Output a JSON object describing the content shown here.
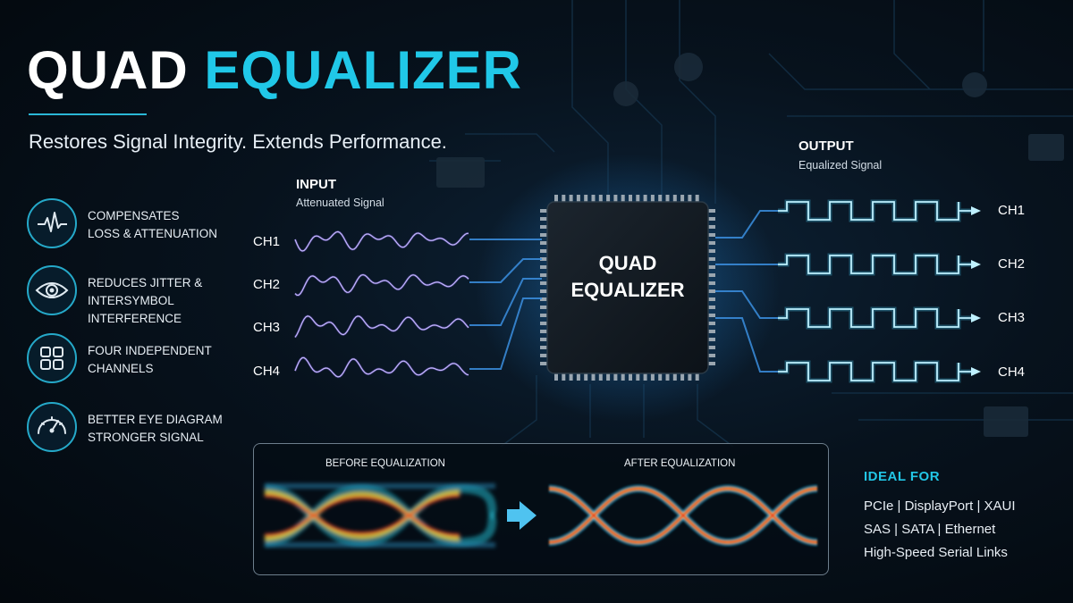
{
  "title": {
    "part1": "QUAD",
    "part2": "EQUALIZER"
  },
  "subtitle": "Restores Signal Integrity. Extends Performance.",
  "features": [
    {
      "icon": "waveform-icon",
      "line1": "COMPENSATES",
      "line2": "LOSS & ATTENUATION"
    },
    {
      "icon": "eye-icon",
      "line1": "REDUCES JITTER &",
      "line2": "INTERSYMBOL INTERFERENCE"
    },
    {
      "icon": "grid-icon",
      "line1": "FOUR INDEPENDENT",
      "line2": "CHANNELS"
    },
    {
      "icon": "gauge-icon",
      "line1": "BETTER EYE DIAGRAM",
      "line2": "STRONGER SIGNAL"
    }
  ],
  "input": {
    "label": "INPUT",
    "sublabel": "Attenuated Signal",
    "channels": [
      "CH1",
      "CH2",
      "CH3",
      "CH4"
    ]
  },
  "output": {
    "label": "OUTPUT",
    "sublabel": "Equalized Signal",
    "channels": [
      "CH1",
      "CH2",
      "CH3",
      "CH4"
    ]
  },
  "chip": {
    "line1": "QUAD",
    "line2": "EQUALIZER"
  },
  "eye_diagram": {
    "before_label": "BEFORE EQUALIZATION",
    "after_label": "AFTER EQUALIZATION"
  },
  "ideal_for": {
    "heading": "IDEAL FOR",
    "lines": [
      "PCIe  |  DisplayPort  |  XAUI",
      "SAS  |  SATA  |  Ethernet",
      "High-Speed Serial Links"
    ]
  },
  "colors": {
    "accent": "#20c8e8",
    "input_wave": "#8a6cff",
    "output_wave": "#4fd8ff",
    "background": "#07121d"
  }
}
